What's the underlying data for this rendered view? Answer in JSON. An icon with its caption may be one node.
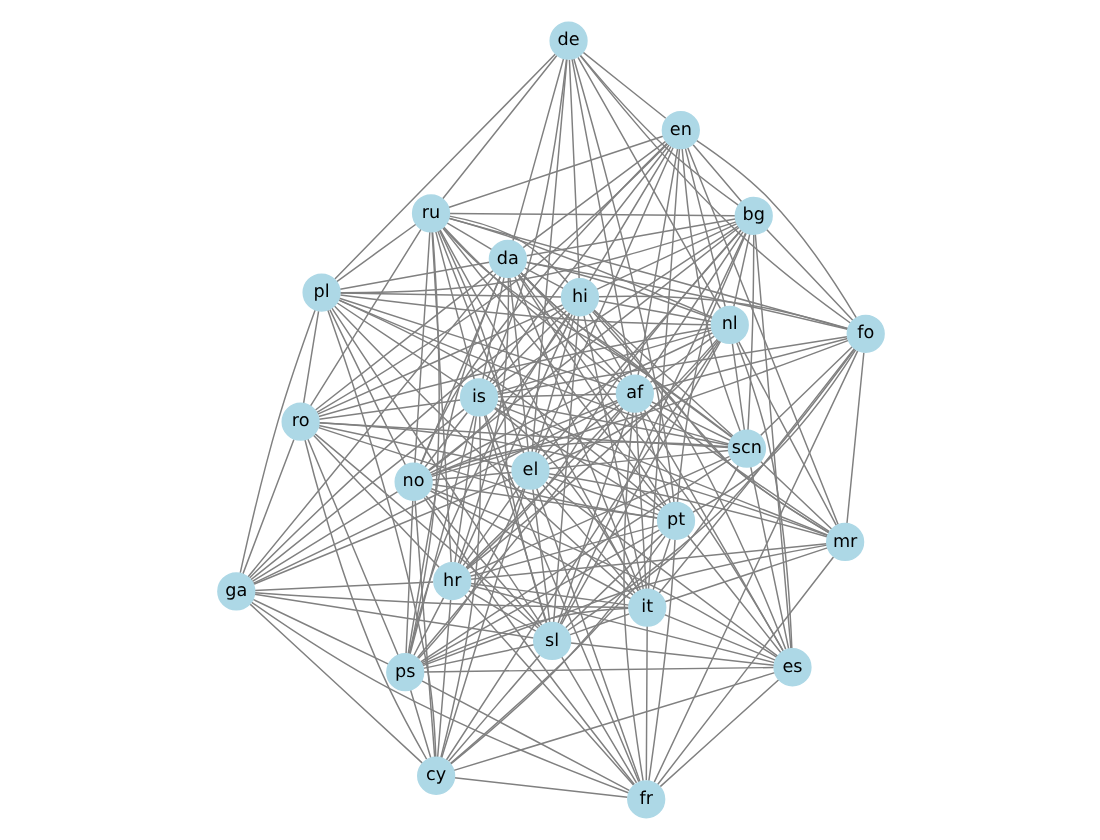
{
  "diagram": {
    "nodes": [
      {
        "text": [
          "fr"
        ]
      },
      {
        "text": [
          "es"
        ]
      },
      {
        "text": [
          "cy"
        ]
      },
      {
        "text": [
          "ga"
        ]
      },
      {
        "text": [
          "ps"
        ]
      },
      {
        "text": [
          "hr"
        ]
      },
      {
        "text": [
          "ro"
        ]
      },
      {
        "text": [
          "pt"
        ]
      },
      {
        "text": [
          "sl"
        ]
      },
      {
        "text": [
          "it"
        ]
      },
      {
        "text": [
          "el"
        ]
      },
      {
        "text": [
          "no"
        ]
      },
      {
        "text": [
          "scn"
        ]
      },
      {
        "text": [
          "pl"
        ]
      },
      {
        "text": [
          "bg"
        ]
      },
      {
        "text": [
          "nl"
        ]
      },
      {
        "text": [
          "mr"
        ]
      },
      {
        "text": [
          "da"
        ]
      },
      {
        "text": [
          "is"
        ]
      },
      {
        "text": [
          "hi"
        ]
      },
      {
        "text": [
          "af"
        ]
      },
      {
        "text": [
          "de"
        ]
      },
      {
        "text": [
          "ru"
        ]
      },
      {
        "text": [
          "fo"
        ]
      },
      {
        "text": [
          "en"
        ]
      }
    ],
    "edges": [
      {
        "from": 0,
        "to": 1,
        "arrow": "none"
      },
      {
        "from": 0,
        "to": 2,
        "arrow": "none"
      },
      {
        "from": 0,
        "to": 3,
        "arrow": "none"
      },
      {
        "from": 0,
        "to": 4,
        "arrow": "none"
      },
      {
        "from": 0,
        "to": 5,
        "arrow": "none"
      },
      {
        "from": 0,
        "to": 8,
        "arrow": "none"
      },
      {
        "from": 0,
        "to": 9,
        "arrow": "none"
      },
      {
        "from": 0,
        "to": 20,
        "arrow": "none"
      },
      {
        "from": 0,
        "to": 16,
        "arrow": "none"
      },
      {
        "from": 0,
        "to": 23,
        "arrow": "none"
      },
      {
        "from": 0,
        "to": 11,
        "arrow": "none"
      },
      {
        "from": 0,
        "to": 7,
        "arrow": "none"
      },
      {
        "from": 0,
        "to": 10,
        "arrow": "none"
      },
      {
        "from": 0,
        "to": 18,
        "arrow": "none"
      },
      {
        "from": 1,
        "to": 2,
        "arrow": "none"
      },
      {
        "from": 1,
        "to": 4,
        "arrow": "none"
      },
      {
        "from": 1,
        "to": 5,
        "arrow": "none"
      },
      {
        "from": 1,
        "to": 7,
        "arrow": "none"
      },
      {
        "from": 1,
        "to": 8,
        "arrow": "none"
      },
      {
        "from": 1,
        "to": 9,
        "arrow": "none"
      },
      {
        "from": 1,
        "to": 10,
        "arrow": "none"
      },
      {
        "from": 1,
        "to": 11,
        "arrow": "none"
      },
      {
        "from": 1,
        "to": 12,
        "arrow": "none"
      },
      {
        "from": 1,
        "to": 14,
        "arrow": "none"
      },
      {
        "from": 1,
        "to": 15,
        "arrow": "none"
      },
      {
        "from": 1,
        "to": 17,
        "arrow": "none"
      },
      {
        "from": 1,
        "to": 19,
        "arrow": "none"
      },
      {
        "from": 1,
        "to": 20,
        "arrow": "none"
      },
      {
        "from": 2,
        "to": 3,
        "arrow": "none"
      },
      {
        "from": 2,
        "to": 4,
        "arrow": "none"
      },
      {
        "from": 2,
        "to": 5,
        "arrow": "none"
      },
      {
        "from": 2,
        "to": 6,
        "arrow": "none"
      },
      {
        "from": 2,
        "to": 7,
        "arrow": "none"
      },
      {
        "from": 2,
        "to": 10,
        "arrow": "none"
      },
      {
        "from": 2,
        "to": 11,
        "arrow": "none"
      },
      {
        "from": 2,
        "to": 12,
        "arrow": "none"
      },
      {
        "from": 2,
        "to": 13,
        "arrow": "none"
      },
      {
        "from": 2,
        "to": 15,
        "arrow": "none"
      },
      {
        "from": 2,
        "to": 18,
        "arrow": "none"
      },
      {
        "from": 2,
        "to": 8,
        "arrow": "none"
      },
      {
        "from": 3,
        "to": 4,
        "arrow": "none"
      },
      {
        "from": 3,
        "to": 5,
        "arrow": "none"
      },
      {
        "from": 3,
        "to": 6,
        "arrow": "none"
      },
      {
        "from": 3,
        "to": 8,
        "arrow": "none"
      },
      {
        "from": 3,
        "to": 10,
        "arrow": "none"
      },
      {
        "from": 3,
        "to": 11,
        "arrow": "none"
      },
      {
        "from": 3,
        "to": 17,
        "arrow": "none"
      },
      {
        "from": 3,
        "to": 19,
        "arrow": "none"
      },
      {
        "from": 3,
        "to": 20,
        "arrow": "none"
      },
      {
        "from": 3,
        "to": 18,
        "arrow": "none"
      },
      {
        "from": 3,
        "to": 13,
        "arrow": "none"
      },
      {
        "from": 3,
        "to": 9,
        "arrow": "none"
      },
      {
        "from": 4,
        "to": 5,
        "arrow": "none"
      },
      {
        "from": 4,
        "to": 7,
        "arrow": "none"
      },
      {
        "from": 4,
        "to": 8,
        "arrow": "none"
      },
      {
        "from": 4,
        "to": 9,
        "arrow": "none"
      },
      {
        "from": 4,
        "to": 10,
        "arrow": "none"
      },
      {
        "from": 4,
        "to": 11,
        "arrow": "none"
      },
      {
        "from": 4,
        "to": 12,
        "arrow": "none"
      },
      {
        "from": 4,
        "to": 16,
        "arrow": "none"
      },
      {
        "from": 4,
        "to": 17,
        "arrow": "none"
      },
      {
        "from": 4,
        "to": 18,
        "arrow": "none"
      },
      {
        "from": 4,
        "to": 19,
        "arrow": "none"
      },
      {
        "from": 4,
        "to": 20,
        "arrow": "none"
      },
      {
        "from": 4,
        "to": 22,
        "arrow": "none"
      },
      {
        "from": 4,
        "to": 6,
        "arrow": "none"
      },
      {
        "from": 5,
        "to": 6,
        "arrow": "none"
      },
      {
        "from": 5,
        "to": 7,
        "arrow": "none"
      },
      {
        "from": 5,
        "to": 8,
        "arrow": "none"
      },
      {
        "from": 5,
        "to": 9,
        "arrow": "none"
      },
      {
        "from": 5,
        "to": 10,
        "arrow": "none"
      },
      {
        "from": 5,
        "to": 12,
        "arrow": "none"
      },
      {
        "from": 5,
        "to": 14,
        "arrow": "none"
      },
      {
        "from": 5,
        "to": 15,
        "arrow": "none"
      },
      {
        "from": 5,
        "to": 17,
        "arrow": "none"
      },
      {
        "from": 5,
        "to": 18,
        "arrow": "none"
      },
      {
        "from": 5,
        "to": 19,
        "arrow": "none"
      },
      {
        "from": 5,
        "to": 20,
        "arrow": "none"
      },
      {
        "from": 5,
        "to": 22,
        "arrow": "none"
      },
      {
        "from": 5,
        "to": 16,
        "arrow": "none"
      },
      {
        "from": 6,
        "to": 7,
        "arrow": "none"
      },
      {
        "from": 6,
        "to": 8,
        "arrow": "none"
      },
      {
        "from": 6,
        "to": 10,
        "arrow": "none"
      },
      {
        "from": 6,
        "to": 12,
        "arrow": "none"
      },
      {
        "from": 6,
        "to": 13,
        "arrow": "none"
      },
      {
        "from": 6,
        "to": 15,
        "arrow": "none"
      },
      {
        "from": 6,
        "to": 17,
        "arrow": "none"
      },
      {
        "from": 6,
        "to": 18,
        "arrow": "none"
      },
      {
        "from": 6,
        "to": 19,
        "arrow": "none"
      },
      {
        "from": 6,
        "to": 22,
        "arrow": "none"
      },
      {
        "from": 6,
        "to": 24,
        "arrow": "none"
      },
      {
        "from": 6,
        "to": 16,
        "arrow": "none"
      },
      {
        "from": 7,
        "to": 8,
        "arrow": "none"
      },
      {
        "from": 7,
        "to": 9,
        "arrow": "none"
      },
      {
        "from": 7,
        "to": 10,
        "arrow": "none"
      },
      {
        "from": 7,
        "to": 11,
        "arrow": "none"
      },
      {
        "from": 7,
        "to": 13,
        "arrow": "none"
      },
      {
        "from": 7,
        "to": 14,
        "arrow": "none"
      },
      {
        "from": 7,
        "to": 17,
        "arrow": "none"
      },
      {
        "from": 7,
        "to": 18,
        "arrow": "none"
      },
      {
        "from": 7,
        "to": 20,
        "arrow": "none"
      },
      {
        "from": 7,
        "to": 22,
        "arrow": "none"
      },
      {
        "from": 7,
        "to": 23,
        "arrow": "none"
      },
      {
        "from": 7,
        "to": 21,
        "arrow": "none"
      },
      {
        "from": 8,
        "to": 9,
        "arrow": "none"
      },
      {
        "from": 8,
        "to": 10,
        "arrow": "none"
      },
      {
        "from": 8,
        "to": 11,
        "arrow": "none"
      },
      {
        "from": 8,
        "to": 13,
        "arrow": "none"
      },
      {
        "from": 8,
        "to": 14,
        "arrow": "none"
      },
      {
        "from": 8,
        "to": 15,
        "arrow": "none"
      },
      {
        "from": 8,
        "to": 18,
        "arrow": "none"
      },
      {
        "from": 8,
        "to": 19,
        "arrow": "none"
      },
      {
        "from": 8,
        "to": 20,
        "arrow": "none"
      },
      {
        "from": 8,
        "to": 22,
        "arrow": "none"
      },
      {
        "from": 8,
        "to": 23,
        "arrow": "none"
      },
      {
        "from": 9,
        "to": 10,
        "arrow": "none"
      },
      {
        "from": 9,
        "to": 11,
        "arrow": "none"
      },
      {
        "from": 9,
        "to": 13,
        "arrow": "none"
      },
      {
        "from": 9,
        "to": 16,
        "arrow": "none"
      },
      {
        "from": 9,
        "to": 17,
        "arrow": "none"
      },
      {
        "from": 9,
        "to": 18,
        "arrow": "none"
      },
      {
        "from": 9,
        "to": 19,
        "arrow": "none"
      },
      {
        "from": 9,
        "to": 20,
        "arrow": "none"
      },
      {
        "from": 9,
        "to": 22,
        "arrow": "none"
      },
      {
        "from": 9,
        "to": 23,
        "arrow": "none"
      },
      {
        "from": 9,
        "to": 24,
        "arrow": "none"
      },
      {
        "from": 10,
        "to": 11,
        "arrow": "none"
      },
      {
        "from": 10,
        "to": 12,
        "arrow": "none"
      },
      {
        "from": 10,
        "to": 14,
        "arrow": "none"
      },
      {
        "from": 10,
        "to": 15,
        "arrow": "none"
      },
      {
        "from": 10,
        "to": 16,
        "arrow": "none"
      },
      {
        "from": 10,
        "to": 17,
        "arrow": "none"
      },
      {
        "from": 10,
        "to": 19,
        "arrow": "none"
      },
      {
        "from": 10,
        "to": 20,
        "arrow": "none"
      },
      {
        "from": 10,
        "to": 21,
        "arrow": "none"
      },
      {
        "from": 10,
        "to": 22,
        "arrow": "none"
      },
      {
        "from": 10,
        "to": 24,
        "arrow": "none"
      },
      {
        "from": 11,
        "to": 12,
        "arrow": "none"
      },
      {
        "from": 11,
        "to": 13,
        "arrow": "none"
      },
      {
        "from": 11,
        "to": 14,
        "arrow": "none"
      },
      {
        "from": 11,
        "to": 15,
        "arrow": "none"
      },
      {
        "from": 11,
        "to": 17,
        "arrow": "none"
      },
      {
        "from": 11,
        "to": 18,
        "arrow": "none"
      },
      {
        "from": 11,
        "to": 19,
        "arrow": "none"
      },
      {
        "from": 11,
        "to": 20,
        "arrow": "none"
      },
      {
        "from": 11,
        "to": 22,
        "arrow": "none"
      },
      {
        "from": 11,
        "to": 23,
        "arrow": "none"
      },
      {
        "from": 11,
        "to": 24,
        "arrow": "none"
      },
      {
        "from": 12,
        "to": 13,
        "arrow": "none"
      },
      {
        "from": 12,
        "to": 14,
        "arrow": "none"
      },
      {
        "from": 12,
        "to": 15,
        "arrow": "none"
      },
      {
        "from": 12,
        "to": 16,
        "arrow": "none"
      },
      {
        "from": 12,
        "to": 17,
        "arrow": "none"
      },
      {
        "from": 12,
        "to": 18,
        "arrow": "none"
      },
      {
        "from": 12,
        "to": 19,
        "arrow": "none"
      },
      {
        "from": 12,
        "to": 20,
        "arrow": "none"
      },
      {
        "from": 12,
        "to": 22,
        "arrow": "none"
      },
      {
        "from": 12,
        "to": 23,
        "arrow": "none"
      },
      {
        "from": 12,
        "to": 24,
        "arrow": "none"
      },
      {
        "from": 13,
        "to": 14,
        "arrow": "none"
      },
      {
        "from": 13,
        "to": 15,
        "arrow": "none"
      },
      {
        "from": 13,
        "to": 17,
        "arrow": "none"
      },
      {
        "from": 13,
        "to": 18,
        "arrow": "none"
      },
      {
        "from": 13,
        "to": 19,
        "arrow": "none"
      },
      {
        "from": 13,
        "to": 21,
        "arrow": "none"
      },
      {
        "from": 13,
        "to": 22,
        "arrow": "none"
      },
      {
        "from": 13,
        "to": 20,
        "arrow": "none"
      },
      {
        "from": 14,
        "to": 15,
        "arrow": "none"
      },
      {
        "from": 14,
        "to": 17,
        "arrow": "none"
      },
      {
        "from": 14,
        "to": 18,
        "arrow": "none"
      },
      {
        "from": 14,
        "to": 19,
        "arrow": "none"
      },
      {
        "from": 14,
        "to": 20,
        "arrow": "none"
      },
      {
        "from": 14,
        "to": 21,
        "arrow": "none"
      },
      {
        "from": 14,
        "to": 22,
        "arrow": "none"
      },
      {
        "from": 14,
        "to": 23,
        "arrow": "none"
      },
      {
        "from": 14,
        "to": 24,
        "arrow": "none"
      },
      {
        "from": 15,
        "to": 16,
        "arrow": "none"
      },
      {
        "from": 15,
        "to": 17,
        "arrow": "none"
      },
      {
        "from": 15,
        "to": 18,
        "arrow": "none"
      },
      {
        "from": 15,
        "to": 19,
        "arrow": "none"
      },
      {
        "from": 15,
        "to": 20,
        "arrow": "none"
      },
      {
        "from": 15,
        "to": 21,
        "arrow": "none"
      },
      {
        "from": 15,
        "to": 22,
        "arrow": "none"
      },
      {
        "from": 15,
        "to": 24,
        "arrow": "none"
      },
      {
        "from": 16,
        "to": 17,
        "arrow": "none"
      },
      {
        "from": 16,
        "to": 18,
        "arrow": "none"
      },
      {
        "from": 16,
        "to": 19,
        "arrow": "none"
      },
      {
        "from": 16,
        "to": 20,
        "arrow": "none"
      },
      {
        "from": 16,
        "to": 23,
        "arrow": "none"
      },
      {
        "from": 16,
        "to": 24,
        "arrow": "none"
      },
      {
        "from": 17,
        "to": 18,
        "arrow": "none"
      },
      {
        "from": 17,
        "to": 19,
        "arrow": "none"
      },
      {
        "from": 17,
        "to": 20,
        "arrow": "none"
      },
      {
        "from": 17,
        "to": 21,
        "arrow": "none"
      },
      {
        "from": 17,
        "to": 22,
        "arrow": "none"
      },
      {
        "from": 17,
        "to": 23,
        "arrow": "none"
      },
      {
        "from": 17,
        "to": 24,
        "arrow": "none"
      },
      {
        "from": 18,
        "to": 19,
        "arrow": "none"
      },
      {
        "from": 18,
        "to": 20,
        "arrow": "none"
      },
      {
        "from": 18,
        "to": 21,
        "arrow": "none"
      },
      {
        "from": 18,
        "to": 22,
        "arrow": "none"
      },
      {
        "from": 18,
        "to": 23,
        "arrow": "none"
      },
      {
        "from": 18,
        "to": 24,
        "arrow": "none"
      },
      {
        "from": 19,
        "to": 20,
        "arrow": "none"
      },
      {
        "from": 19,
        "to": 21,
        "arrow": "none"
      },
      {
        "from": 19,
        "to": 22,
        "arrow": "none"
      },
      {
        "from": 19,
        "to": 23,
        "arrow": "none"
      },
      {
        "from": 19,
        "to": 24,
        "arrow": "none"
      },
      {
        "from": 20,
        "to": 21,
        "arrow": "none"
      },
      {
        "from": 20,
        "to": 22,
        "arrow": "none"
      },
      {
        "from": 20,
        "to": 23,
        "arrow": "none"
      },
      {
        "from": 20,
        "to": 24,
        "arrow": "none"
      },
      {
        "from": 21,
        "to": 22,
        "arrow": "none"
      },
      {
        "from": 21,
        "to": 23,
        "arrow": "none"
      },
      {
        "from": 21,
        "to": 24,
        "arrow": "none"
      },
      {
        "from": 22,
        "to": 23,
        "arrow": "none"
      },
      {
        "from": 22,
        "to": 24,
        "arrow": "none"
      },
      {
        "from": 23,
        "to": 24,
        "arrow": "none"
      }
    ]
  }
}
